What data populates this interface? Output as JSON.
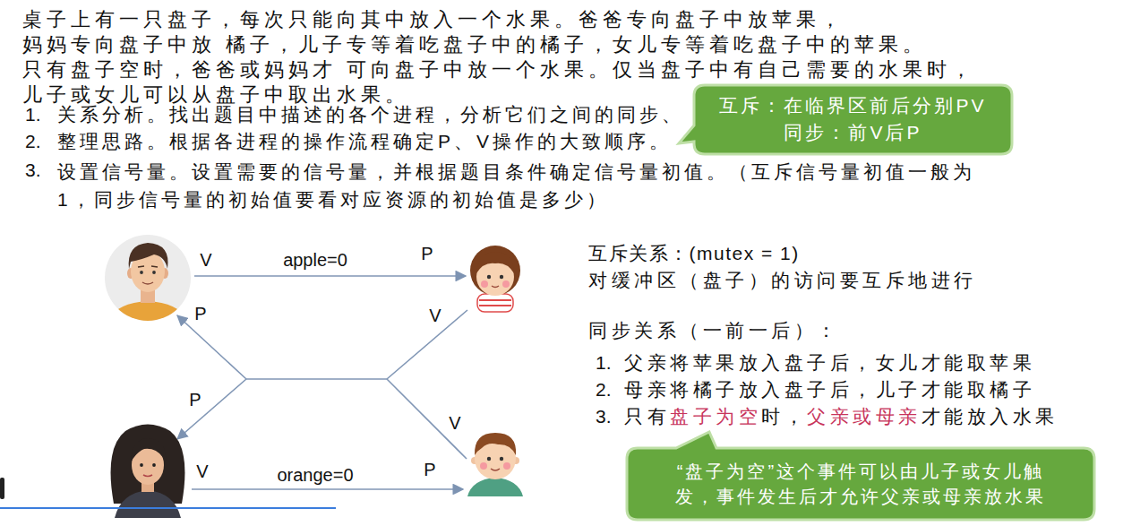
{
  "diagram": {
    "nodes": [
      {
        "text": [
          "互斥：在临界区前后分别PV",
          "同步：前V后P"
        ]
      },
      {
        "text": [
          "“盘子为空”这个事件可以由儿子或女儿触 发，事件发生后才允许父亲或母亲放水果"
        ]
      }
    ],
    "labels": [
      "桌子上有一只盘子，每次只能向其中放入一个水果。爸爸专向盘子中放苹果，妈妈专向盘子中放 橘子，儿子专等着吃盘子中的橘子，女儿专等着吃盘子中的苹果。只有盘子空时，爸爸或妈妈才 可向盘子中放一个水果。仅当盘子中有自己需要的水果时，儿子或女儿可以从盘子中取出水果。",
      "1.",
      "关系分析。找出题目中描述的各个进程，分析它们之间的同步、",
      "2.",
      "整理思路。根据各进程的操作流程确定P、V操作的大致顺序。",
      "3.",
      "设置信号量。设置需要的信号量，并根据题目条件确定信号量初值。（互斥信号量初值一般为 1，同步信号量的初始值要看对应资源的初始值是多少）",
      "V",
      "apple=0",
      "P",
      "P",
      "V",
      "P",
      "V",
      "V",
      "orange=0",
      "P",
      "互斥关系：(mutex = 1)",
      "对缓冲区（盘子）的访问要互斥地进行",
      "同步关系（一前一后）：",
      "1.",
      "父亲将苹果放入盘子后，女儿才能取苹果",
      "2.",
      "母亲将橘子放入盘子后，儿子才能取橘子",
      "3.",
      "只有",
      "盘子为空",
      "时，",
      "父亲或母亲",
      "才能放入水果"
    ]
  }
}
